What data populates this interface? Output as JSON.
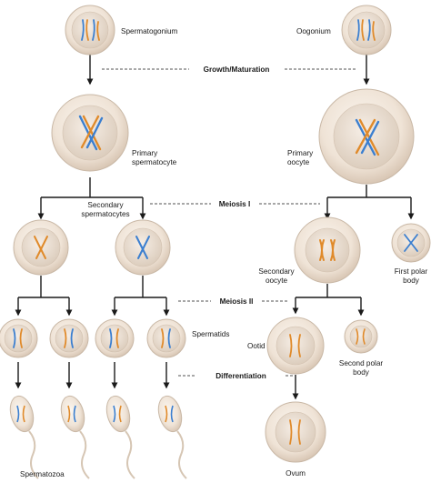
{
  "stages": {
    "growth": "Growth/Maturation",
    "meiosis1": "Meiosis I",
    "meiosis2": "Meiosis II",
    "differentiation": "Differentiation"
  },
  "male": {
    "spermatogonium": "Spermatogonium",
    "primary_line1": "Primary",
    "primary_line2": "spermatocyte",
    "secondary_line1": "Secondary",
    "secondary_line2": "spermatocytes",
    "spermatids": "Spermatids",
    "spermatozoa": "Spermatozoa"
  },
  "female": {
    "oogonium": "Oogonium",
    "primary_line1": "Primary",
    "primary_line2": "oocyte",
    "secondary_line1": "Secondary",
    "secondary_line2": "oocyte",
    "polar1_line1": "First polar",
    "polar1_line2": "body",
    "ootid": "Ootid",
    "polar2_line1": "Second polar",
    "polar2_line2": "body",
    "ovum": "Ovum"
  },
  "colors": {
    "cell_fill": "#efe3d6",
    "cell_edge": "#c9b8a6",
    "nucleus_fill": "#e8dcd0",
    "chrom_blue": "#3b7fd0",
    "chrom_orange": "#e08a2a",
    "line": "#1a1a1a"
  }
}
